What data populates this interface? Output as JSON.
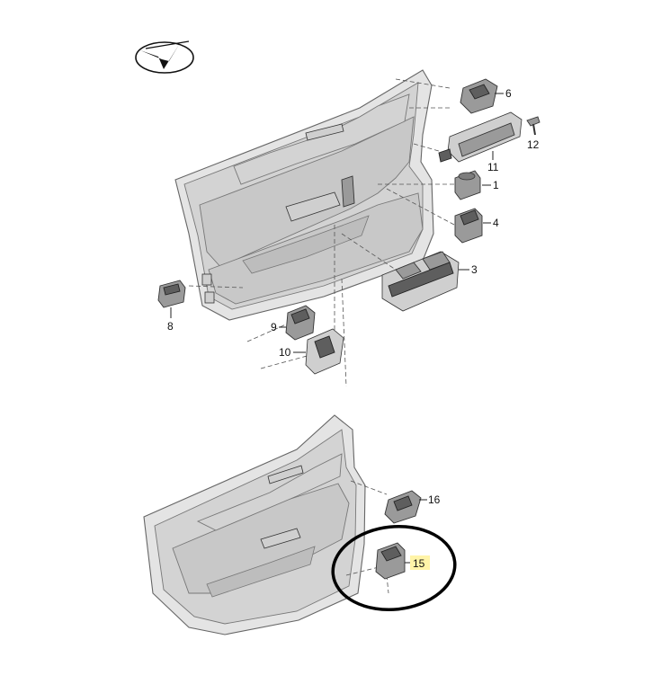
{
  "diagram": {
    "logo_icon": "check-swoosh-logo",
    "callouts": {
      "c1": "1",
      "c3": "3",
      "c4": "4",
      "c6": "6",
      "c8": "8",
      "c9": "9",
      "c10": "10",
      "c11": "11",
      "c12": "12",
      "c15": "15",
      "c16": "16"
    },
    "highlight_color": "#fff4a8",
    "circle_color": "#000000"
  }
}
